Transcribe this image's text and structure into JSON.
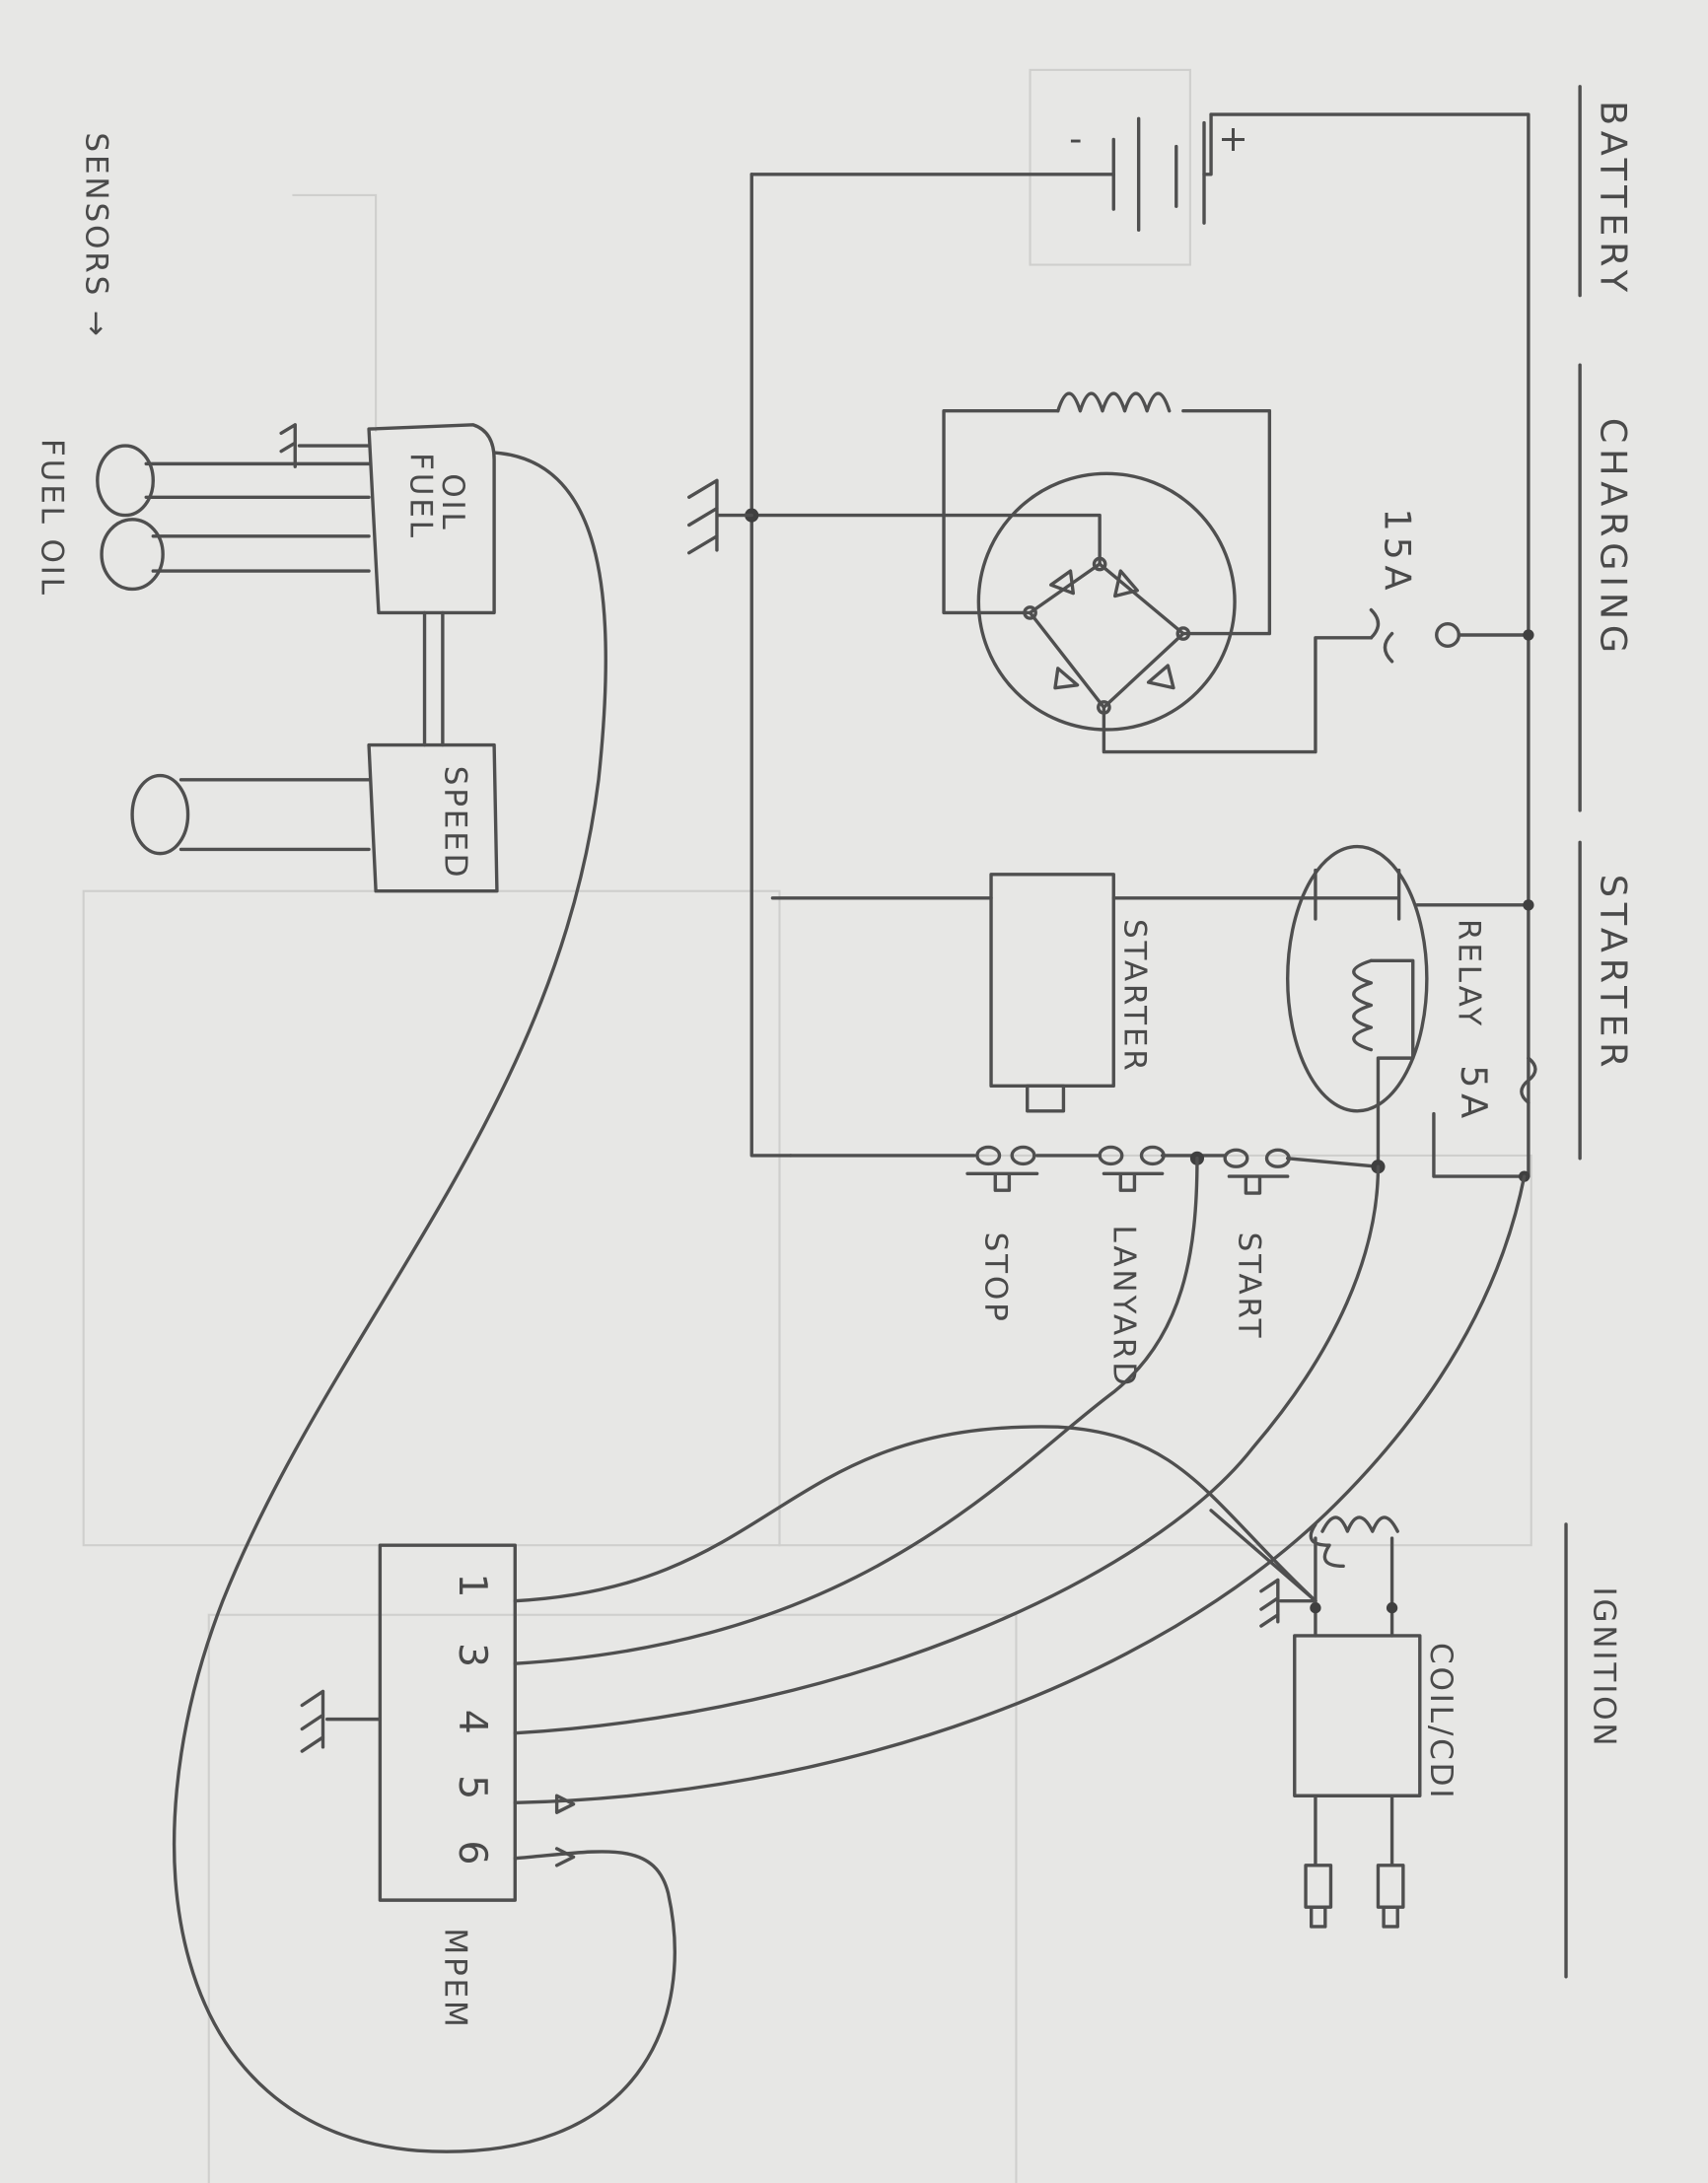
{
  "sections": {
    "battery": "BATTERY",
    "charging": "CHARGING",
    "starter": "STARTER",
    "ignition": "IGNITION"
  },
  "battery": {
    "plus": "+",
    "minus": "-"
  },
  "charging": {
    "fuse": "15A"
  },
  "starter": {
    "relay": "RELAY",
    "fuse": "5A",
    "motor": "STARTER"
  },
  "switches": {
    "stop": "STOP",
    "lanyard": "LANYARD",
    "start": "START"
  },
  "ignition": {
    "coil": "COIL/CDI"
  },
  "mpem": {
    "label": "MPEM",
    "pins": [
      "1",
      "3",
      "4",
      "5",
      "6"
    ]
  },
  "gauges": {
    "oil_fuel_line1": "OIL",
    "oil_fuel_line2": "FUEL",
    "speed": "SPEED"
  },
  "sensors": {
    "label": "SENSORS →",
    "fuel_oil": "FUEL OIL"
  }
}
